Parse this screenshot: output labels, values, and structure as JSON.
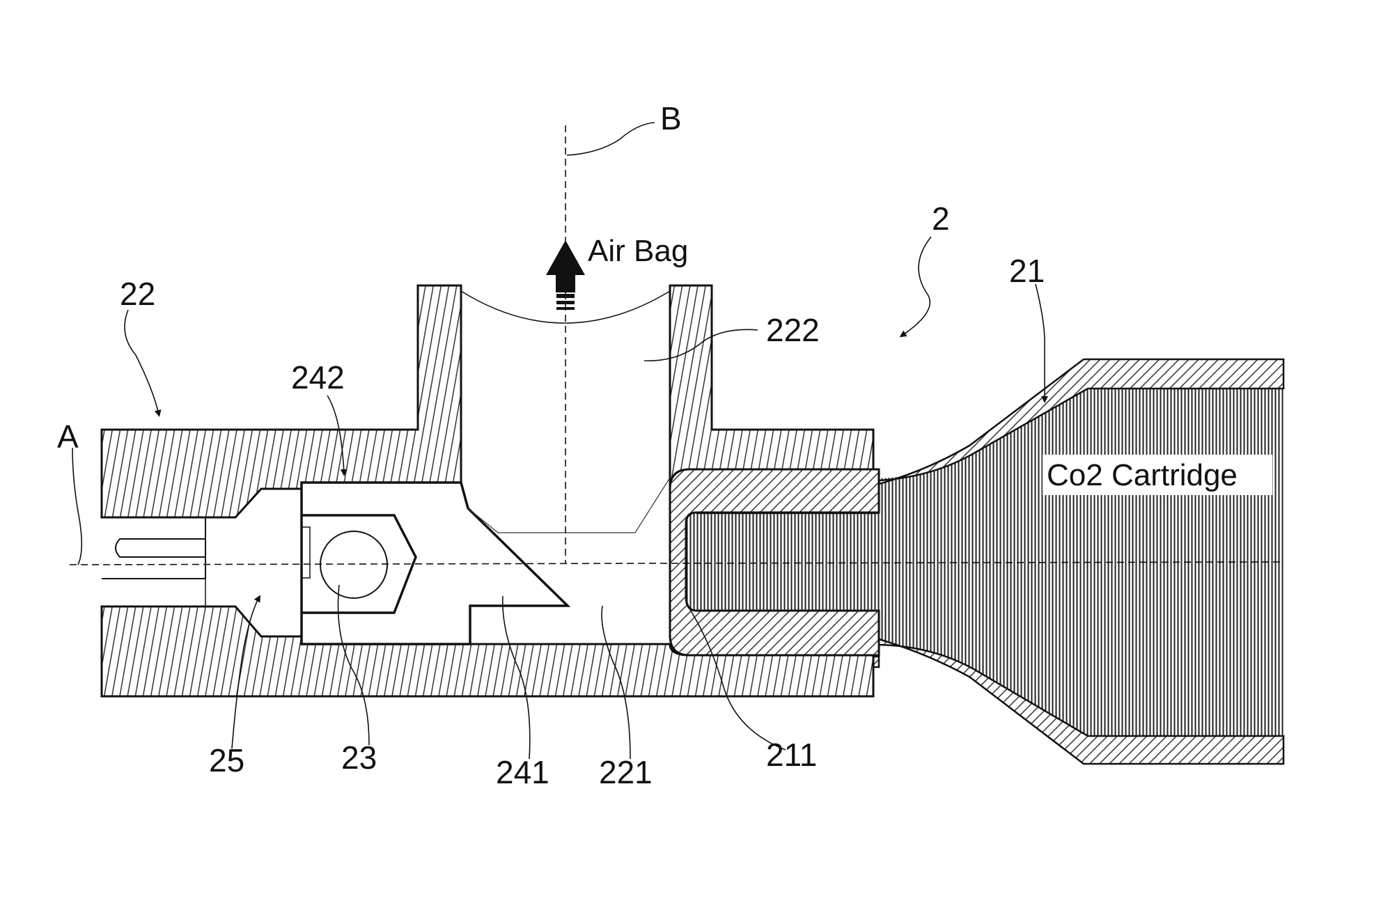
{
  "labels": {
    "fig_2": "2",
    "p21": "21",
    "p22": "22",
    "p23": "23",
    "p25": "25",
    "p211": "211",
    "p221": "221",
    "p222": "222",
    "p241": "241",
    "p242": "242",
    "axis_a": "A",
    "axis_b": "B",
    "air_bag": "Air Bag",
    "cartridge": "Co2 Cartridge"
  },
  "colors": {
    "ink": "#111111",
    "paper": "#ffffff"
  }
}
